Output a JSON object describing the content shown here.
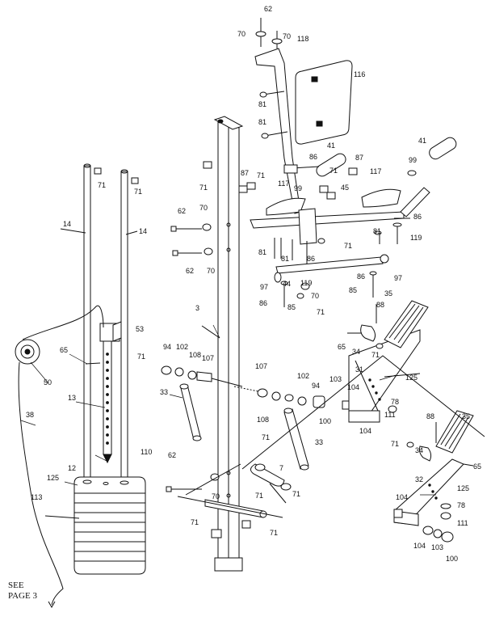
{
  "footnote": {
    "line1": "SEE",
    "line2": "PAGE 3"
  },
  "labels": [
    {
      "id": "l62a",
      "text": "62"
    },
    {
      "id": "l70a",
      "text": "70"
    },
    {
      "id": "l70b",
      "text": "70"
    },
    {
      "id": "l118",
      "text": "118"
    },
    {
      "id": "l116",
      "text": "116"
    },
    {
      "id": "l81a",
      "text": "81"
    },
    {
      "id": "l81b",
      "text": "81"
    },
    {
      "id": "l41a",
      "text": "41"
    },
    {
      "id": "l41b",
      "text": "41"
    },
    {
      "id": "l86a",
      "text": "86"
    },
    {
      "id": "l87a",
      "text": "87"
    },
    {
      "id": "l87b",
      "text": "87"
    },
    {
      "id": "l99a",
      "text": "99"
    },
    {
      "id": "l99b",
      "text": "99"
    },
    {
      "id": "l117a",
      "text": "117"
    },
    {
      "id": "l117b",
      "text": "117"
    },
    {
      "id": "l71c",
      "text": "71"
    },
    {
      "id": "l45",
      "text": "45"
    },
    {
      "id": "l86b",
      "text": "86"
    },
    {
      "id": "l81c",
      "text": "81"
    },
    {
      "id": "l119a",
      "text": "119"
    },
    {
      "id": "l71a",
      "text": "71"
    },
    {
      "id": "l71b",
      "text": "71"
    },
    {
      "id": "l71d",
      "text": "71"
    },
    {
      "id": "l71e",
      "text": "71"
    },
    {
      "id": "l14a",
      "text": "14"
    },
    {
      "id": "l14b",
      "text": "14"
    },
    {
      "id": "l62b",
      "text": "62"
    },
    {
      "id": "l70c",
      "text": "70"
    },
    {
      "id": "l62c",
      "text": "62"
    },
    {
      "id": "l70d",
      "text": "70"
    },
    {
      "id": "l81d",
      "text": "81"
    },
    {
      "id": "l81e",
      "text": "81"
    },
    {
      "id": "l86c",
      "text": "86"
    },
    {
      "id": "l71f",
      "text": "71"
    },
    {
      "id": "l44",
      "text": "44"
    },
    {
      "id": "l119b",
      "text": "119"
    },
    {
      "id": "l97a",
      "text": "97"
    },
    {
      "id": "l97b",
      "text": "97"
    },
    {
      "id": "l70e",
      "text": "70"
    },
    {
      "id": "l86d",
      "text": "86"
    },
    {
      "id": "l85a",
      "text": "85"
    },
    {
      "id": "l85b",
      "text": "85"
    },
    {
      "id": "l71g",
      "text": "71"
    },
    {
      "id": "l86e",
      "text": "86"
    },
    {
      "id": "l35a",
      "text": "35"
    },
    {
      "id": "l88a",
      "text": "88"
    },
    {
      "id": "l3",
      "text": "3"
    },
    {
      "id": "l53",
      "text": "53"
    },
    {
      "id": "l65a",
      "text": "65"
    },
    {
      "id": "l71h",
      "text": "71"
    },
    {
      "id": "l65b",
      "text": "65"
    },
    {
      "id": "l34a",
      "text": "34"
    },
    {
      "id": "l71i",
      "text": "71"
    },
    {
      "id": "l94a",
      "text": "94"
    },
    {
      "id": "l102a",
      "text": "102"
    },
    {
      "id": "l108a",
      "text": "108"
    },
    {
      "id": "l107a",
      "text": "107"
    },
    {
      "id": "l107b",
      "text": "107"
    },
    {
      "id": "l31",
      "text": "31"
    },
    {
      "id": "l125a",
      "text": "125"
    },
    {
      "id": "l50",
      "text": "50"
    },
    {
      "id": "l13",
      "text": "13"
    },
    {
      "id": "l33a",
      "text": "33"
    },
    {
      "id": "l102b",
      "text": "102"
    },
    {
      "id": "l94b",
      "text": "94"
    },
    {
      "id": "l103a",
      "text": "103"
    },
    {
      "id": "l104a",
      "text": "104"
    },
    {
      "id": "l78a",
      "text": "78"
    },
    {
      "id": "l108b",
      "text": "108"
    },
    {
      "id": "l100a",
      "text": "100"
    },
    {
      "id": "l104b",
      "text": "104"
    },
    {
      "id": "l111",
      "text": "111"
    },
    {
      "id": "l38",
      "text": "38"
    },
    {
      "id": "l33b",
      "text": "33"
    },
    {
      "id": "l88b",
      "text": "88"
    },
    {
      "id": "l35b",
      "text": "35"
    },
    {
      "id": "l71j",
      "text": "71"
    },
    {
      "id": "l34b",
      "text": "34"
    },
    {
      "id": "l65c",
      "text": "65"
    },
    {
      "id": "l110",
      "text": "110"
    },
    {
      "id": "l71k",
      "text": "71"
    },
    {
      "id": "l7",
      "text": "7"
    },
    {
      "id": "l12",
      "text": "12"
    },
    {
      "id": "l62d",
      "text": "62"
    },
    {
      "id": "l125b",
      "text": "125"
    },
    {
      "id": "l70f",
      "text": "70"
    },
    {
      "id": "l71l",
      "text": "71"
    },
    {
      "id": "l71m",
      "text": "71"
    },
    {
      "id": "l32",
      "text": "32"
    },
    {
      "id": "l125c",
      "text": "125"
    },
    {
      "id": "l113",
      "text": "113"
    },
    {
      "id": "l104c",
      "text": "104"
    },
    {
      "id": "l78b",
      "text": "78"
    },
    {
      "id": "l111b",
      "text": "111"
    },
    {
      "id": "l71n",
      "text": "71"
    },
    {
      "id": "l71o",
      "text": "71"
    },
    {
      "id": "l104d",
      "text": "104"
    },
    {
      "id": "l103b",
      "text": "103"
    },
    {
      "id": "l100b",
      "text": "100"
    }
  ]
}
